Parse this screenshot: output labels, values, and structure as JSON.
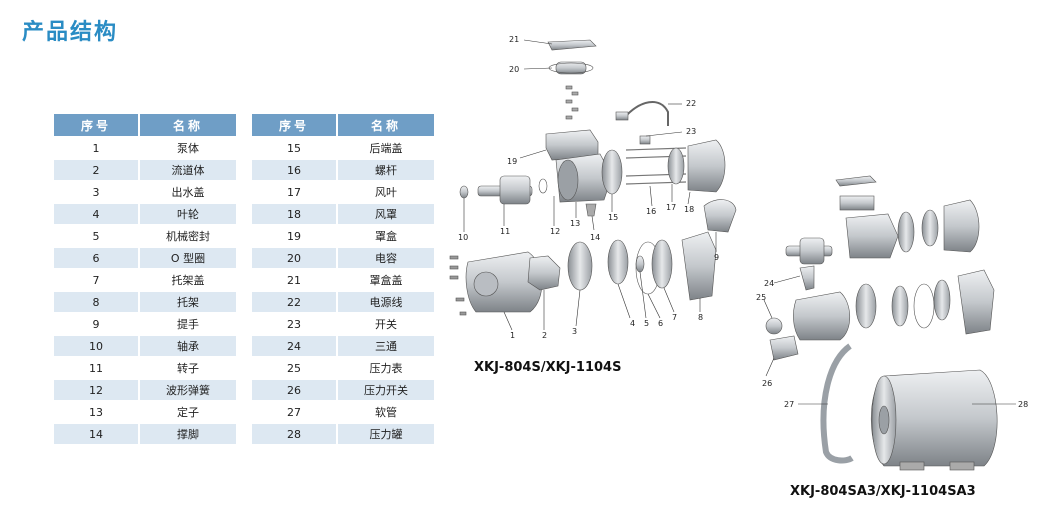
{
  "page": {
    "title": "产品结构"
  },
  "table": {
    "header_no": "序号",
    "header_name": "名称",
    "left_rows": [
      {
        "no": "1",
        "name": "泵体"
      },
      {
        "no": "2",
        "name": "流道体"
      },
      {
        "no": "3",
        "name": "出水盖"
      },
      {
        "no": "4",
        "name": "叶轮"
      },
      {
        "no": "5",
        "name": "机械密封"
      },
      {
        "no": "6",
        "name": "O 型圈"
      },
      {
        "no": "7",
        "name": "托架盖"
      },
      {
        "no": "8",
        "name": "托架"
      },
      {
        "no": "9",
        "name": "提手"
      },
      {
        "no": "10",
        "name": "轴承"
      },
      {
        "no": "11",
        "name": "转子"
      },
      {
        "no": "12",
        "name": "波形弹簧"
      },
      {
        "no": "13",
        "name": "定子"
      },
      {
        "no": "14",
        "name": "撑脚"
      }
    ],
    "right_rows": [
      {
        "no": "15",
        "name": "后端盖"
      },
      {
        "no": "16",
        "name": "螺杆"
      },
      {
        "no": "17",
        "name": "风叶"
      },
      {
        "no": "18",
        "name": "风罩"
      },
      {
        "no": "19",
        "name": "罩盒"
      },
      {
        "no": "20",
        "name": "电容"
      },
      {
        "no": "21",
        "name": "罩盒盖"
      },
      {
        "no": "22",
        "name": "电源线"
      },
      {
        "no": "23",
        "name": "开关"
      },
      {
        "no": "24",
        "name": "三通"
      },
      {
        "no": "25",
        "name": "压力表"
      },
      {
        "no": "26",
        "name": "压力开关"
      },
      {
        "no": "27",
        "name": "软管"
      },
      {
        "no": "28",
        "name": "压力罐"
      }
    ]
  },
  "models": {
    "first": "XKJ-804S/XKJ-1104S",
    "second": "XKJ-804SA3/XKJ-1104SA3"
  },
  "diagram": {
    "callouts_a": [
      "1",
      "2",
      "3",
      "4",
      "5",
      "6",
      "7",
      "8",
      "9",
      "10",
      "11",
      "12",
      "13",
      "14",
      "15",
      "16",
      "17",
      "18",
      "19",
      "20",
      "21",
      "22",
      "23"
    ],
    "callouts_b": [
      "24",
      "25",
      "26",
      "27",
      "28"
    ],
    "colors": {
      "part_fill": "#c9ccd0",
      "part_dark": "#8b9096",
      "line": "#333333"
    }
  }
}
